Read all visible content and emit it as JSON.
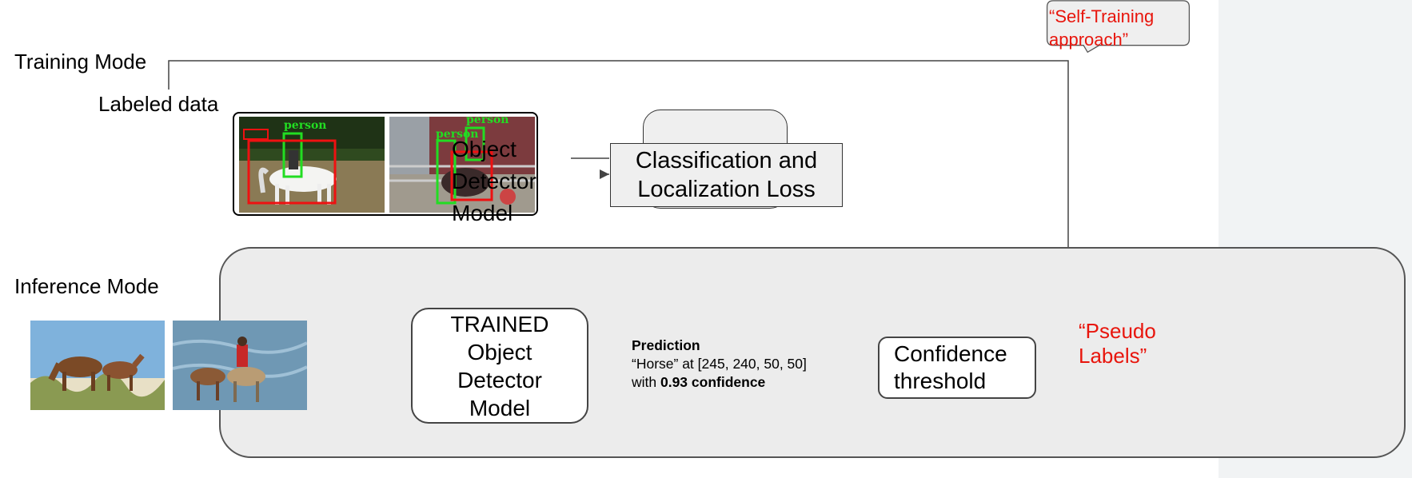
{
  "labels": {
    "training_mode": "Training Mode",
    "labeled_data": "Labeled data",
    "inference_mode": "Inference Mode"
  },
  "training": {
    "detector_lines": [
      "Object",
      "Detector",
      "Model"
    ],
    "loss_lines": [
      "Classification and",
      "Localization Loss"
    ],
    "box_tag": "person"
  },
  "inference": {
    "trained_lines": [
      "TRAINED",
      "Object",
      "Detector",
      "Model"
    ],
    "prediction": {
      "title": "Prediction",
      "line1": "“Horse” at [245, 240, 50, 50]",
      "line2_prefix": "with ",
      "line2_bold": "0.93 confidence"
    },
    "confidence_lines": [
      "Confidence",
      "threshold"
    ],
    "pseudo_lines": [
      "“Pseudo",
      "Labels”"
    ]
  },
  "callout": {
    "lines": [
      "“Self-Training",
      "approach”"
    ]
  },
  "colors": {
    "accent_red": "#e8150c",
    "box_green": "#22dd22",
    "box_red": "#ee1111",
    "panel_gray": "#ececec",
    "line_gray": "#444444"
  }
}
